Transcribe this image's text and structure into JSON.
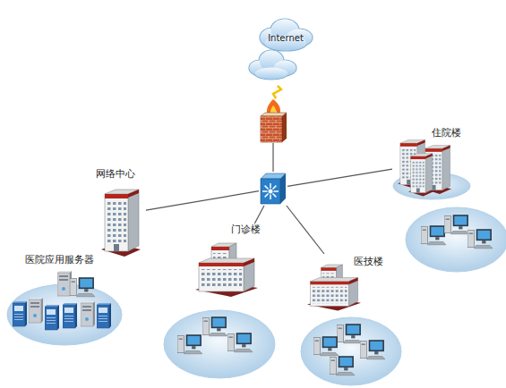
{
  "diagram": {
    "nodes": [
      {
        "text": [
          "Internet"
        ]
      },
      {
        "text": []
      },
      {
        "text": [
          "住院楼"
        ]
      },
      {
        "text": [
          "网络中心"
        ]
      },
      {
        "text": []
      },
      {
        "text": [
          "门诊楼"
        ]
      },
      {
        "text": [
          "医院应用服务器"
        ]
      },
      {
        "text": [
          "医技楼"
        ]
      }
    ],
    "edges": [
      {
        "from": 0,
        "to": 1,
        "arrow": "none"
      },
      {
        "from": 1,
        "to": 4,
        "arrow": "none"
      },
      {
        "from": 4,
        "to": 3,
        "arrow": "none"
      },
      {
        "from": 4,
        "to": 2,
        "arrow": "none"
      },
      {
        "from": 4,
        "to": 5,
        "arrow": "none"
      },
      {
        "from": 4,
        "to": 7,
        "arrow": "none"
      }
    ]
  }
}
